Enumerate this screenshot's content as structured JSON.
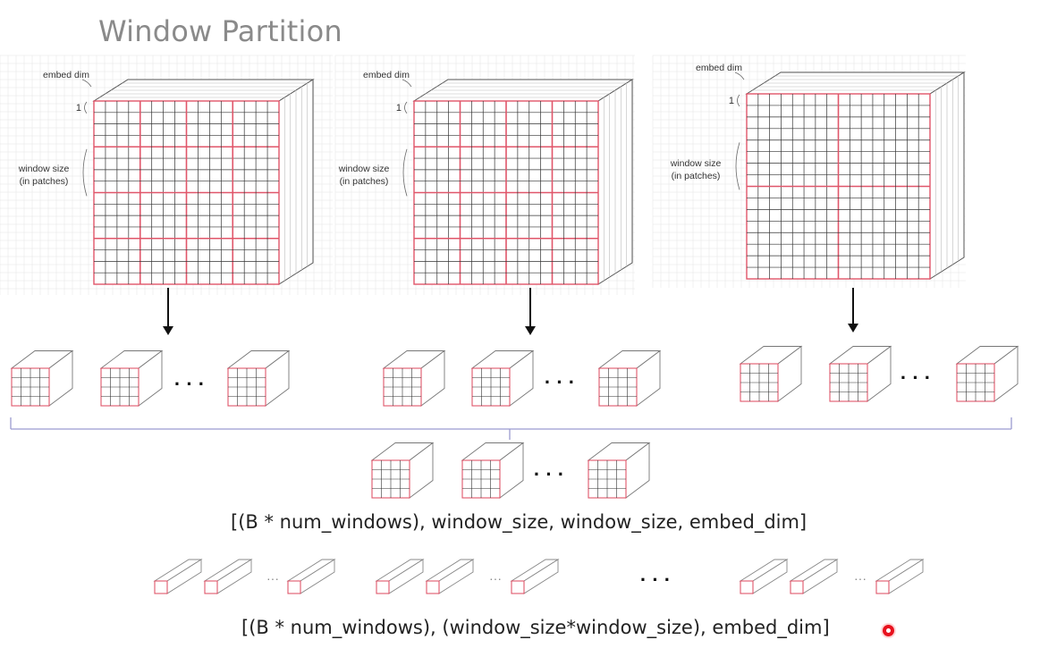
{
  "title": "Window Partition",
  "labels": {
    "embed_dim": "embed dim",
    "one": "1",
    "window_size_line1": "window size",
    "window_size_line2": "(in patches)"
  },
  "ellipsis": "· · ·",
  "small_ellipsis": "···",
  "formula_top": "[(B * num_windows), window_size, window_size, embed_dim]",
  "formula_bottom": "[(B * num_windows), (window_size*window_size), embed_dim]",
  "colors": {
    "grid_red": "#e0566a",
    "grid_black": "#333333",
    "outline": "#555555",
    "brace": "#9a9ad0",
    "background_grid": "#e6e6e6",
    "cursor": "#e8121e"
  }
}
